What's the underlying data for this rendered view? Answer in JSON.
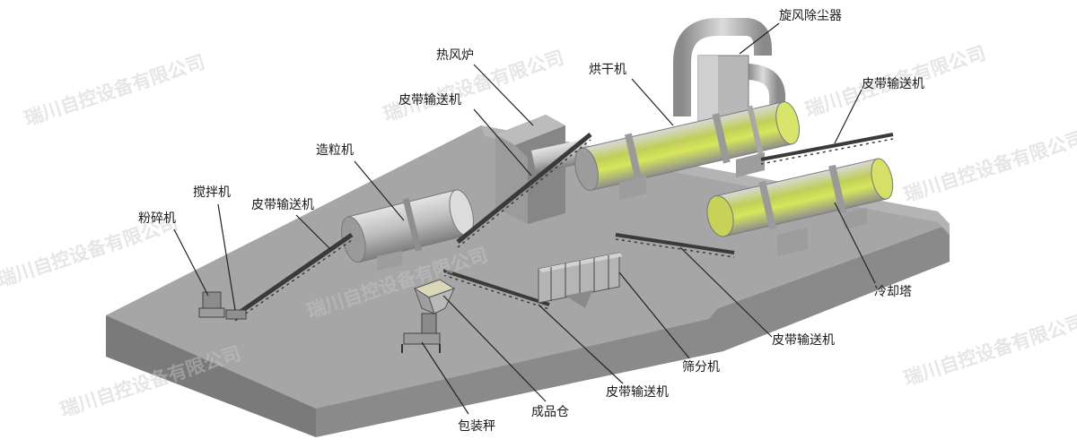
{
  "labels": {
    "crusher": "粉碎机",
    "mixer": "搅拌机",
    "belt_conveyor": "皮带输送机",
    "granulator": "造粒机",
    "hot_air_furnace": "热风炉",
    "dryer": "烘干机",
    "cyclone_dust_collector": "旋风除尘器",
    "cooler": "冷却塔",
    "screening_machine": "筛分机",
    "finished_bin": "成品仓",
    "packing_scale": "包装秤"
  },
  "watermark": "瑞川自控设备有限公司",
  "colors": {
    "platform_top": "#a4a4a4",
    "platform_side": "#777777",
    "drum_green": "#cfe25a",
    "leader": "#222222"
  }
}
